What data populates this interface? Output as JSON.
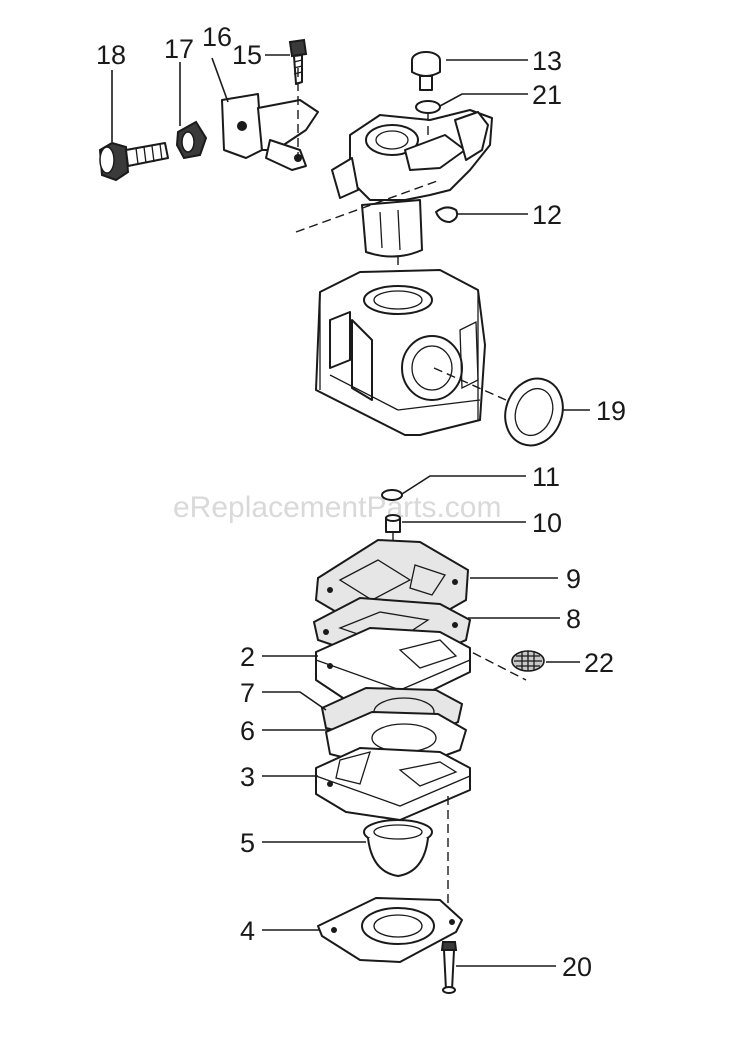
{
  "watermark": "eReplacementParts.com",
  "labels": {
    "p18": "18",
    "p17": "17",
    "p16": "16",
    "p15": "15",
    "p13": "13",
    "p21": "21",
    "p12": "12",
    "p19": "19",
    "p11": "11",
    "p10": "10",
    "p9": "9",
    "p8": "8",
    "p22": "22",
    "p2": "2",
    "p7": "7",
    "p6": "6",
    "p3": "3",
    "p5": "5",
    "p4": "4",
    "p20": "20"
  }
}
